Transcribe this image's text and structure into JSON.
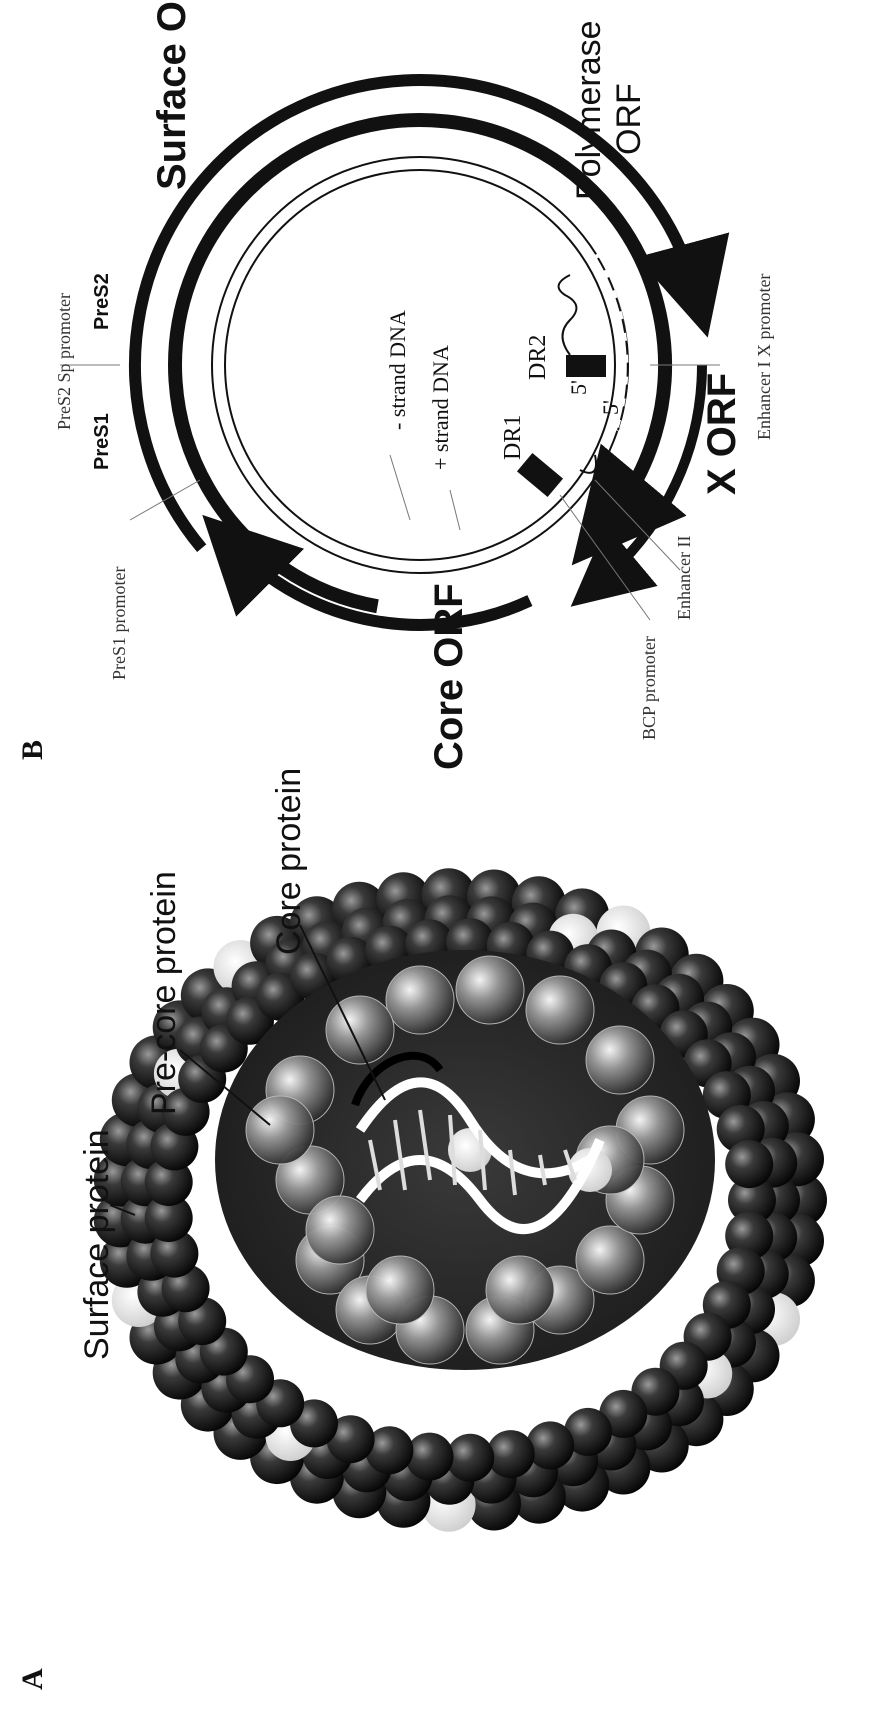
{
  "panel_a": {
    "letter": "A",
    "labels": {
      "surface_protein": "Surface protein",
      "pre_core_protein": "Pre-core protein",
      "core_protein": "Core protein"
    }
  },
  "panel_b": {
    "letter": "B",
    "labels": {
      "surface_orf": "Surface ORF",
      "polymerase_orf": "Polymerase",
      "polymerase_orf_2": "ORF",
      "core_orf": "Core ORF",
      "x_orf": "X ORF",
      "pres2_promoter": "PreS2 Sp promoter",
      "pres2": "PreS2",
      "pres1": "PreS1",
      "pres1_promoter": "PreS1 promoter",
      "minus_strand": "- strand DNA",
      "plus_strand": "+ strand DNA",
      "dr1": "DR1",
      "dr2": "DR2",
      "five_prime_a": "5'",
      "five_prime_b": "5'",
      "enhancer_ii": "Enhancer II",
      "bcp_promoter": "BCP promoter",
      "enhancer_i": "Enhancer I X promoter"
    }
  },
  "colors": {
    "ink": "#111111",
    "shell_dark": "#1c1c1c",
    "core_light": "#9a9a9a",
    "pale_sphere": "#e6e6e6"
  }
}
